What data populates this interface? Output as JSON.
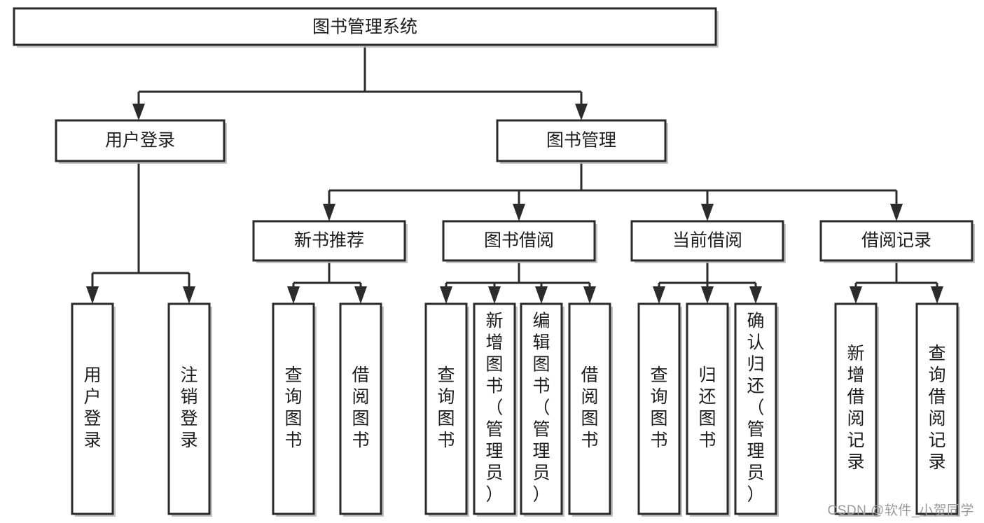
{
  "diagram": {
    "type": "tree-hierarchy",
    "title_node": {
      "label": "图书管理系统"
    },
    "level2": [
      {
        "id": "user-login",
        "label": "用户登录"
      },
      {
        "id": "book-management",
        "label": "图书管理"
      }
    ],
    "level3": [
      {
        "id": "new-book-recommend",
        "label": "新书推荐"
      },
      {
        "id": "book-borrow",
        "label": "图书借阅"
      },
      {
        "id": "current-borrow",
        "label": "当前借阅"
      },
      {
        "id": "borrow-record",
        "label": "借阅记录"
      }
    ],
    "leaves": [
      {
        "id": "leaf-user-login",
        "label": "用户登录"
      },
      {
        "id": "leaf-logout-login",
        "label": "注销登录"
      },
      {
        "id": "leaf-query-book-1",
        "label": "查询图书"
      },
      {
        "id": "leaf-borrow-book-1",
        "label": "借阅图书"
      },
      {
        "id": "leaf-query-book-2",
        "label": "查询图书"
      },
      {
        "id": "leaf-add-book",
        "label": "新增图书（管理员）"
      },
      {
        "id": "leaf-edit-book",
        "label": "编辑图书（管理员）"
      },
      {
        "id": "leaf-borrow-book-2",
        "label": "借阅图书"
      },
      {
        "id": "leaf-query-book-3",
        "label": "查询图书"
      },
      {
        "id": "leaf-return-book",
        "label": "归还图书"
      },
      {
        "id": "leaf-confirm-return",
        "label": "确认归还（管理员）"
      },
      {
        "id": "leaf-add-record",
        "label": "新增借阅记录"
      },
      {
        "id": "leaf-query-record",
        "label": "查询借阅记录"
      }
    ]
  },
  "watermark": {
    "text": "CSDN @软件_小贺同学"
  },
  "colors": {
    "box_stroke": "#2b2b2b",
    "box_fill": "#ffffff",
    "text": "#1d1d1d",
    "shadow": "#b9b9b9",
    "watermark": "#9a9a9a",
    "background": "#ffffff"
  }
}
